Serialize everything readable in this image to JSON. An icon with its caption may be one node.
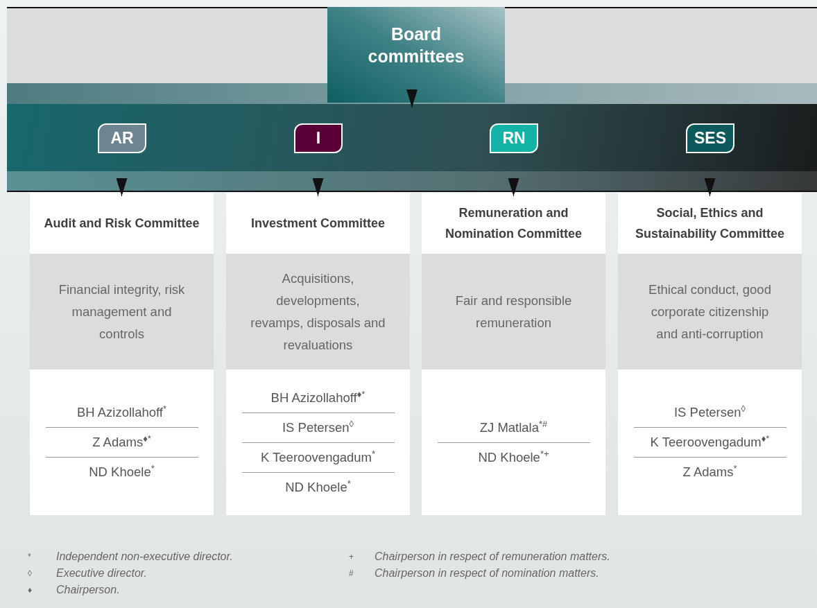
{
  "diagram": {
    "nodes": [
      {
        "text": [
          "Board committees"
        ]
      },
      {
        "text": [],
        "shape": "bar"
      },
      {
        "text": [
          "AR"
        ],
        "in": 1
      },
      {
        "text": [
          "I"
        ],
        "in": 1
      },
      {
        "text": [
          "RN"
        ],
        "in": 1
      },
      {
        "text": [
          "SES"
        ],
        "in": 1
      },
      {
        "text": [
          "Audit and Risk Committee"
        ]
      },
      {
        "text": [
          "Financial integrity, risk management and controls"
        ]
      },
      {
        "text": [
          "BH Azizollahoff$^{*}$",
          "Z Adams$^{♦*}$",
          "ND Khoele$^{*}$"
        ]
      },
      {
        "text": [
          "Investment Committee"
        ]
      },
      {
        "text": [
          "Acquisitions, developments, revamps, disposals and revaluations"
        ]
      },
      {
        "text": [
          "BH Azizollahoff$^{♦*}$",
          "IS Petersen$^{◊}$",
          "K Teeroovengadum$^{*}$",
          "ND Khoele$^{*}$"
        ]
      },
      {
        "text": [
          "Remuneration and Nomination Committee"
        ]
      },
      {
        "text": [
          "Fair and responsible remuneration"
        ]
      },
      {
        "text": [
          "ZJ Matlala$^{*#}$",
          "ND Khoele$^{*+}$"
        ]
      },
      {
        "text": [
          "Social, Ethics and Sustainability Committee"
        ]
      },
      {
        "text": [
          "Ethical conduct, good corporate citizenship and anti-corruption"
        ]
      },
      {
        "text": [
          "IS Petersen$^{◊}$",
          "K Teeroovengadum$^{♦*}$",
          "Z Adams$^{*}$"
        ]
      }
    ],
    "edges": [
      {
        "from": 0,
        "to": 1,
        "arrow": "to"
      },
      {
        "from": 1,
        "to": 6,
        "arrow": "to"
      },
      {
        "from": 1,
        "to": 9,
        "arrow": "to"
      },
      {
        "from": 1,
        "to": 12,
        "arrow": "to"
      },
      {
        "from": 1,
        "to": 15,
        "arrow": "to"
      }
    ],
    "labels": [
      "*",
      "Independent non-executive director.",
      "+",
      "Chairperson in respect of remuneration matters.",
      "◊",
      "Executive director.",
      "#",
      "Chairperson in respect of nomination matters.",
      "♦",
      "Chairperson."
    ]
  }
}
